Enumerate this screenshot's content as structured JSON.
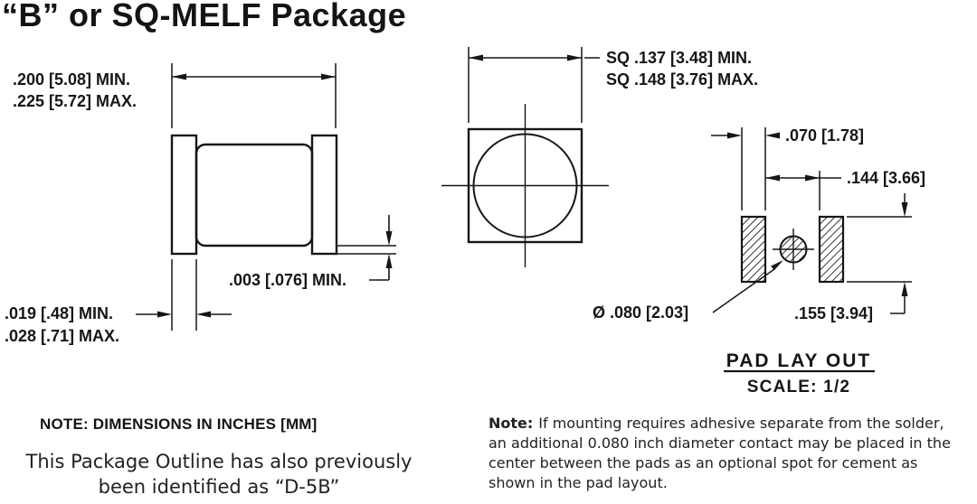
{
  "title": "“B” or SQ-MELF Package",
  "colors": {
    "ink": "#161616",
    "background": "#ffffff"
  },
  "side_view": {
    "length_min": ".200 [5.08] MIN.",
    "length_max": ".225 [5.72] MAX.",
    "standoff_min": ".003 [.076] MIN.",
    "cap_width_min": ".019 [.48] MIN.",
    "cap_width_max": ".028 [.71] MAX."
  },
  "end_view": {
    "square_min": "SQ .137 [3.48] MIN.",
    "square_max": "SQ .148 [3.76] MAX."
  },
  "pad_layout": {
    "pad_width": ".070 [1.78]",
    "pad_gap": ".144 [3.66]",
    "center_contact_dia": "Ø .080 [2.03]",
    "pad_height": ".155 [3.94]",
    "caption": "PAD LAY OUT",
    "scale": "SCALE: 1/2"
  },
  "notes": {
    "units": "NOTE:  DIMENSIONS IN INCHES [MM]",
    "alias_line1": "This Package Outline has also previously",
    "alias_line2": "been identified as “D-5B”",
    "mounting_label": "Note:",
    "mounting_line1": "If mounting requires adhesive separate from the solder,",
    "mounting_line2": "an additional 0.080 inch diameter contact may be placed in the",
    "mounting_line3": "center between the pads as an optional spot for cement as",
    "mounting_line4": "shown in the pad layout."
  }
}
